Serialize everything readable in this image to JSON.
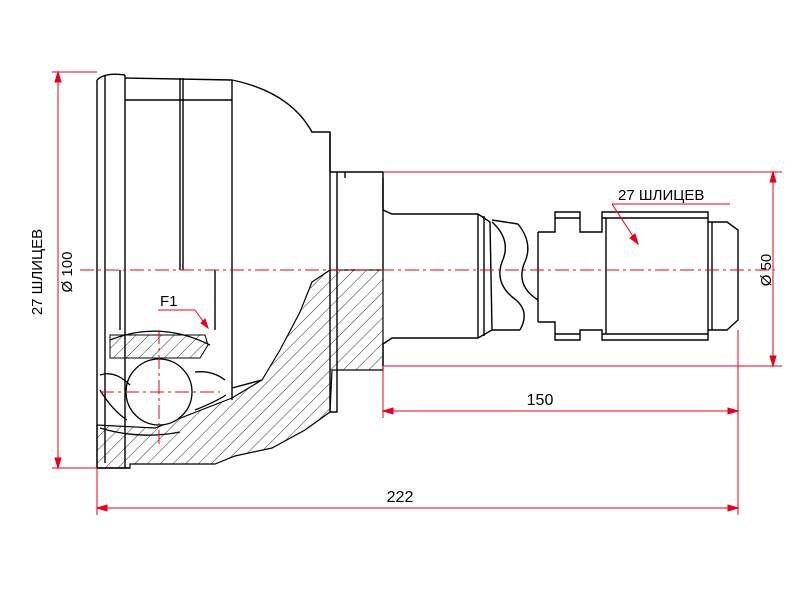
{
  "labels": {
    "left_splines": "27 ШЛИЦЕВ",
    "left_diameter": "Ø 100",
    "right_splines": "27 ШЛИЦЕВ",
    "right_diameter": "Ø 50",
    "fit_label": "F1",
    "dim_shaft_length": "150",
    "dim_total_length": "222"
  },
  "colors": {
    "outline": "#000000",
    "dimension": "#e8001c",
    "centerline": "#e8001c",
    "hatch": "#000000",
    "background": "#ffffff"
  }
}
